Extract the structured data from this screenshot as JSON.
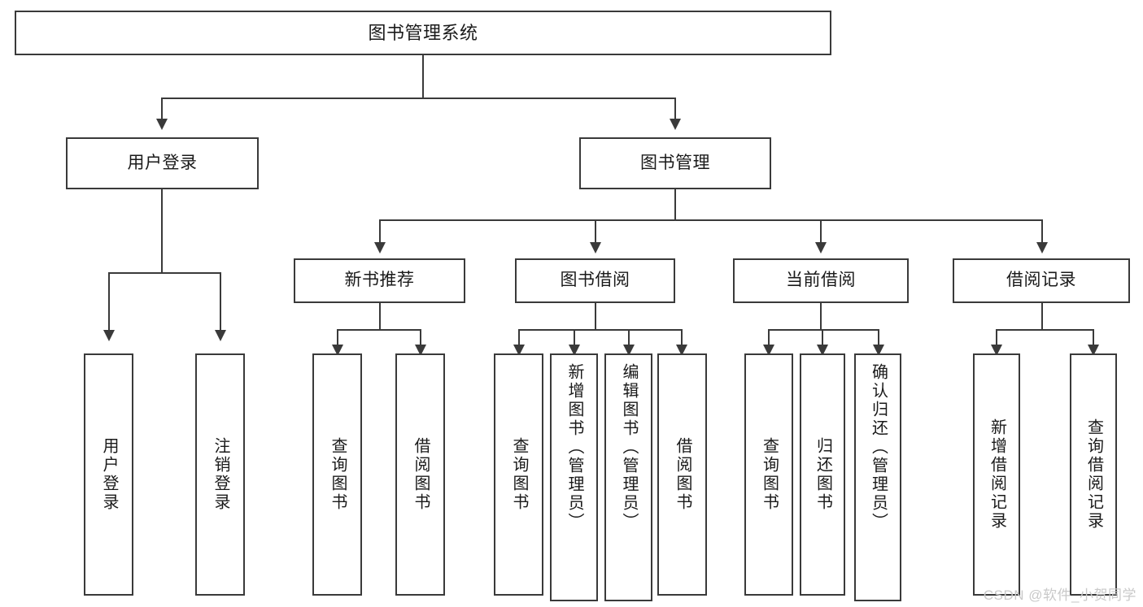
{
  "diagram": {
    "title": "图书管理系统",
    "type": "tree",
    "watermark": "CSDN @软件_小贺同学",
    "colors": {
      "box_border": "#3a3a3a",
      "box_fill": "#ffffff",
      "text": "#1a1a1a",
      "connector": "#3a3a3a",
      "watermark": "#c9c9c9",
      "background": "#ffffff"
    },
    "root": {
      "label": "图书管理系统"
    },
    "level2": [
      {
        "label": "用户登录"
      },
      {
        "label": "图书管理"
      }
    ],
    "level3": [
      {
        "label": "新书推荐"
      },
      {
        "label": "图书借阅"
      },
      {
        "label": "当前借阅"
      },
      {
        "label": "借阅记录"
      }
    ],
    "leaves": {
      "user_login": [
        {
          "label": "用户登录"
        },
        {
          "label": "注销登录"
        }
      ],
      "new_book_recommend": [
        {
          "label": "查询图书"
        },
        {
          "label": "借阅图书"
        }
      ],
      "book_borrow": [
        {
          "label": "查询图书"
        },
        {
          "label": "新增图书（管理员）"
        },
        {
          "label": "编辑图书（管理员）"
        },
        {
          "label": "借阅图书"
        }
      ],
      "current_borrow": [
        {
          "label": "查询图书"
        },
        {
          "label": "归还图书"
        },
        {
          "label": "确认归还（管理员）"
        }
      ],
      "borrow_record": [
        {
          "label": "新增借阅记录"
        },
        {
          "label": "查询借阅记录"
        }
      ]
    }
  }
}
